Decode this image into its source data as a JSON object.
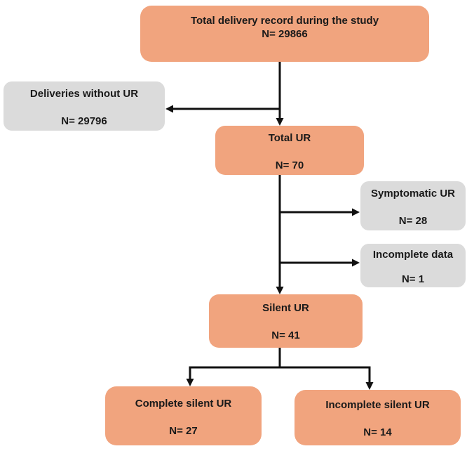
{
  "diagram_type": "study-flowchart",
  "nodes": {
    "total_delivery": {
      "label": "Total delivery record during the study",
      "count": "N= 29866",
      "style": "primary"
    },
    "deliveries_without_ur": {
      "label": "Deliveries without UR",
      "count": "N= 29796",
      "style": "secondary"
    },
    "total_ur": {
      "label": "Total UR",
      "count": "N= 70",
      "style": "primary"
    },
    "symptomatic_ur": {
      "label": "Symptomatic UR",
      "count": "N= 28",
      "style": "secondary"
    },
    "incomplete_data": {
      "label": "Incomplete data",
      "count": "N= 1",
      "style": "secondary"
    },
    "silent_ur": {
      "label": "Silent UR",
      "count": "N= 41",
      "style": "primary"
    },
    "complete_silent_ur": {
      "label": "Complete silent UR",
      "count": "N= 27",
      "style": "primary"
    },
    "incomplete_silent_ur": {
      "label": "Incomplete silent UR",
      "count": "N= 14",
      "style": "primary"
    }
  },
  "edges": [
    {
      "from": "total_delivery",
      "to": "deliveries_without_ur"
    },
    {
      "from": "total_delivery",
      "to": "total_ur"
    },
    {
      "from": "total_ur",
      "to": "symptomatic_ur"
    },
    {
      "from": "total_ur",
      "to": "incomplete_data"
    },
    {
      "from": "total_ur",
      "to": "silent_ur"
    },
    {
      "from": "silent_ur",
      "to": "complete_silent_ur"
    },
    {
      "from": "silent_ur",
      "to": "incomplete_silent_ur"
    }
  ],
  "colors": {
    "primary_fill": "#F1A47E",
    "secondary_fill": "#DBDBDB",
    "arrow": "#111111",
    "text": "#1A1A1A"
  }
}
